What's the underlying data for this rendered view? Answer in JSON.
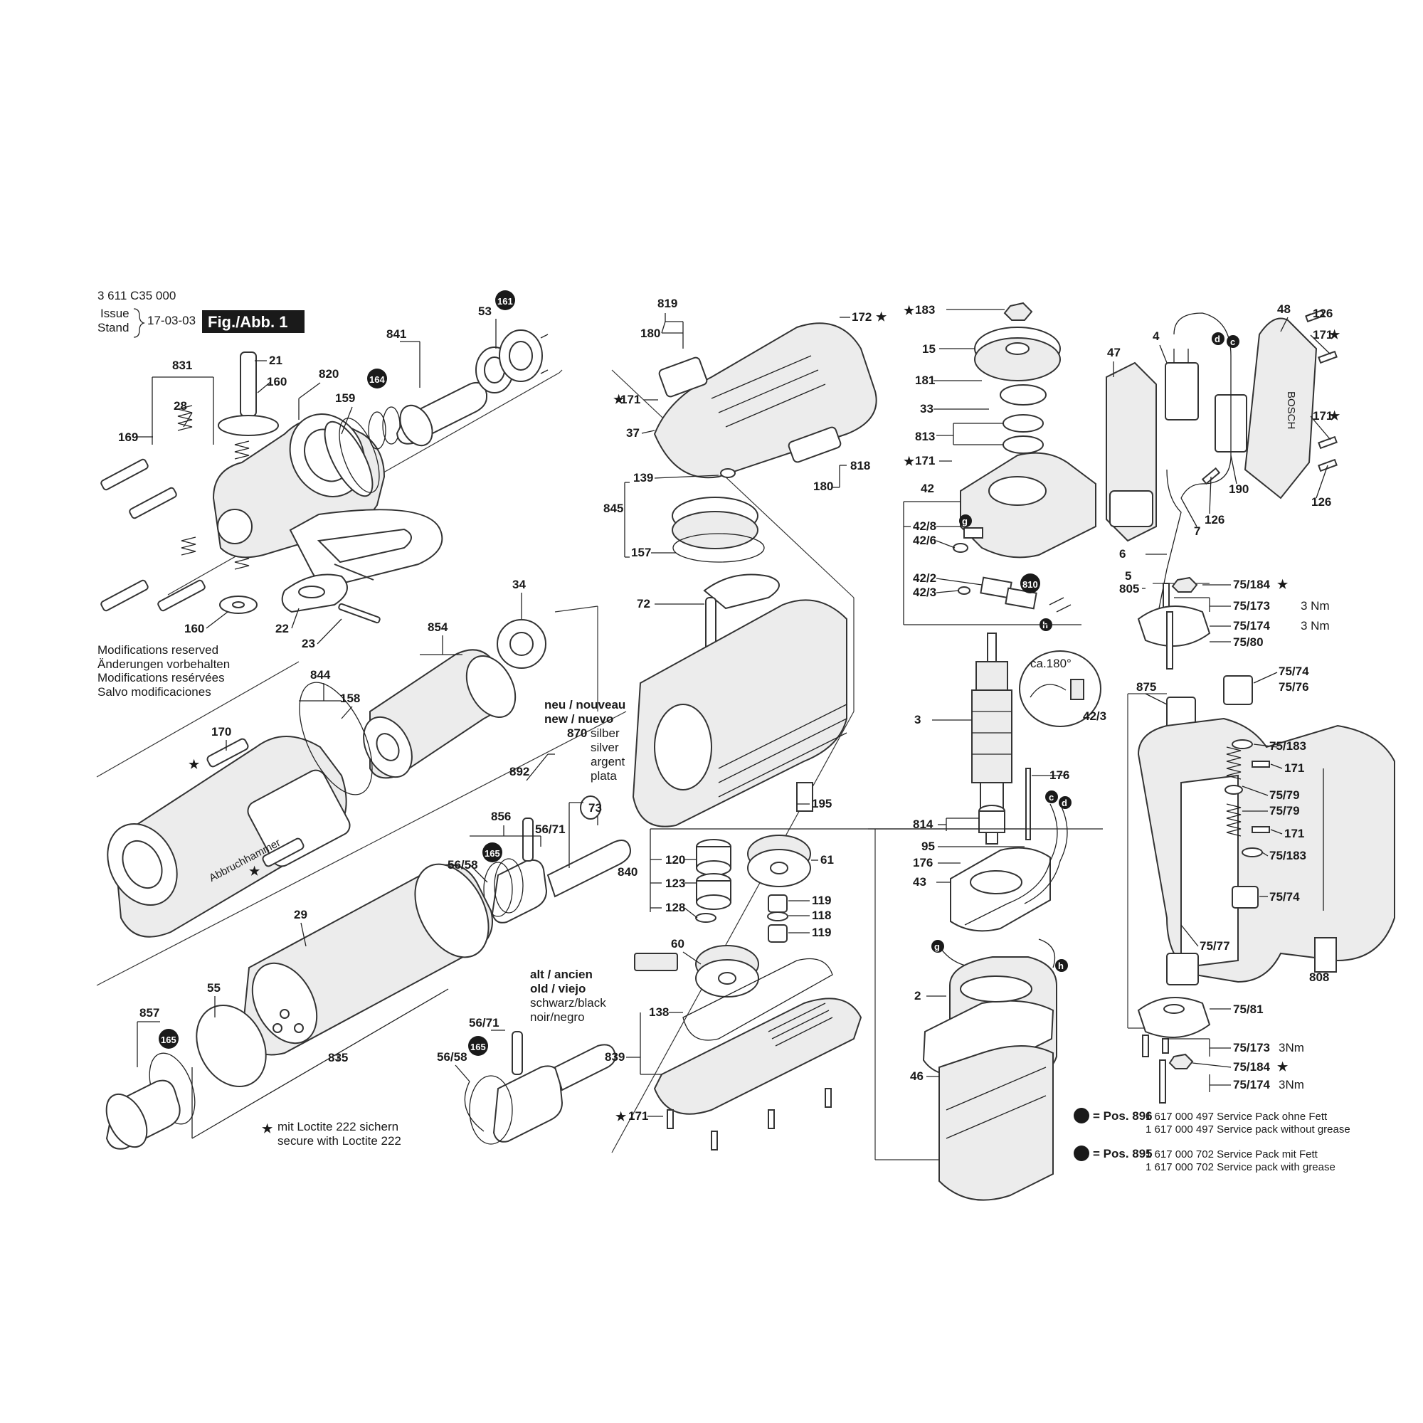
{
  "header": {
    "part_number": "3 611 C35 000",
    "issue_en": "Issue",
    "issue_de": "Stand",
    "issue_date": "17-03-03",
    "figure_badge": "Fig./Abb. 1"
  },
  "modifications_note": [
    "Modifications reserved",
    "Änderungen vorbehalten",
    "Modifications resérvées",
    "Salvo modificaciones"
  ],
  "new_version_note": {
    "line1": "neu / nouveau",
    "line2": "new / nuevo",
    "code": "870",
    "colors": [
      "silber",
      "silver",
      "argent",
      "plata"
    ]
  },
  "old_version_note": {
    "line1": "alt / ancien",
    "line2": "old / viejo",
    "colors": [
      "schwarz/black",
      "noir/negro"
    ]
  },
  "loctite_note": {
    "line1": "mit Loctite 222 sichern",
    "line2": "secure with Loctite 222"
  },
  "rotation_note": "ca.180°",
  "brand_text": "BOSCH",
  "housing_text": "Abbruchhammer",
  "service_packs": [
    {
      "pos": "= Pos. 896",
      "line1": "1 617 000 497 Service Pack ohne Fett",
      "line2": "1 617 000 497 Service pack without grease"
    },
    {
      "pos": "= Pos. 895",
      "line1": "1 617 000 702 Service Pack mit Fett",
      "line2": "1 617 000 702 Service pack with grease"
    }
  ],
  "badges": [
    "161",
    "164",
    "165",
    "165",
    "165",
    "810"
  ],
  "letter_tags": [
    "d",
    "c",
    "g",
    "h",
    "c",
    "d",
    "g",
    "h"
  ],
  "callouts_left": [
    "169",
    "831",
    "28",
    "21",
    "160",
    "820",
    "159",
    "841",
    "53",
    "160",
    "22",
    "23",
    "34",
    "854",
    "844",
    "158",
    "170",
    "892",
    "856",
    "56/71",
    "73",
    "56/58",
    "29",
    "55",
    "857",
    "835",
    "56/71",
    "56/58"
  ],
  "callouts_center": [
    "819",
    "180",
    "172",
    "171",
    "37",
    "818",
    "180",
    "139",
    "845",
    "157",
    "72",
    "195",
    "120",
    "61",
    "840",
    "123",
    "128",
    "119",
    "118",
    "119",
    "60",
    "138",
    "839",
    "171"
  ],
  "callouts_right": [
    "183",
    "15",
    "181",
    "33",
    "813",
    "171",
    "42",
    "42/8",
    "42/6",
    "42/2",
    "42/3",
    "3",
    "42/3",
    "176",
    "814",
    "95",
    "176",
    "43",
    "2",
    "46",
    "47",
    "4",
    "48",
    "126",
    "171",
    "171",
    "126",
    "190",
    "126",
    "7",
    "6",
    "5",
    "805",
    "75/184",
    "75/173",
    "3 Nm",
    "75/174",
    "3 Nm",
    "75/80",
    "875",
    "75/74",
    "75/76",
    "75/183",
    "171",
    "75/79",
    "75/79",
    "171",
    "75/183",
    "75/74",
    "75/77",
    "808",
    "75/81",
    "75/173",
    "3Nm",
    "75/184",
    "75/174",
    "3Nm"
  ]
}
